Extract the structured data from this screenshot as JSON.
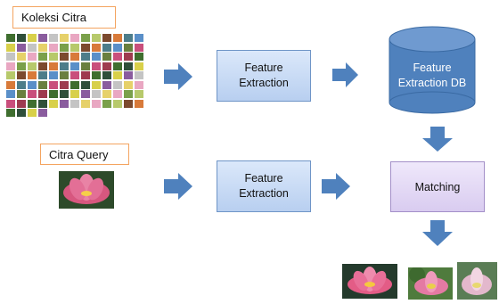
{
  "labels": {
    "collection": "Koleksi Citra",
    "query": "Citra Query"
  },
  "nodes": {
    "feature_extraction_top": "Feature Extraction",
    "feature_extraction_db": "Feature Extraction DB",
    "feature_extraction_bottom": "Feature Extraction",
    "matching": "Matching"
  },
  "colors": {
    "arrow": "#4f81bd",
    "db_fill": "#4f81bd",
    "process_fill": "#c6d9f1",
    "matching_fill": "#e4dbf4",
    "label_border": "#f4a460"
  }
}
